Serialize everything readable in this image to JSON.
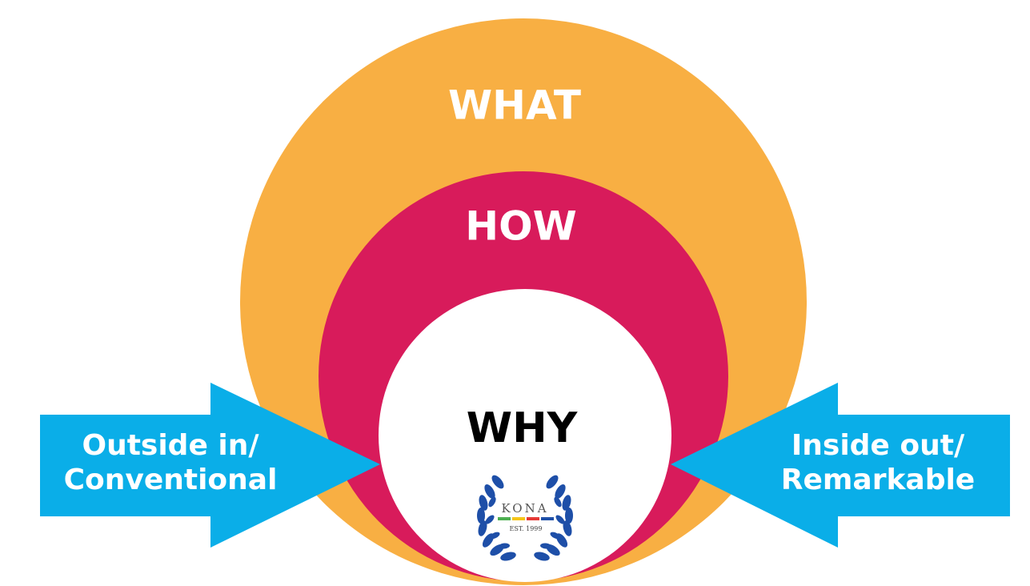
{
  "rings": {
    "what": {
      "label": "WHAT",
      "color": "#F8AF43",
      "text_color": "#ffffff"
    },
    "how": {
      "label": "HOW",
      "color": "#D81B5B",
      "text_color": "#ffffff"
    },
    "why": {
      "label": "WHY",
      "color": "#ffffff",
      "text_color": "#000000"
    }
  },
  "arrows": {
    "color": "#0AAEE8",
    "left": {
      "line1": "Outside in/",
      "line2": "Conventional"
    },
    "right": {
      "line1": "Inside out/",
      "line2": "Remarkable"
    }
  },
  "logo": {
    "name": "KONA",
    "tagline": "EST. 1999",
    "wreath_color": "#1E4FA8",
    "stripe_colors": [
      "#4CAF50",
      "#F5C518",
      "#E53935",
      "#1E4FA8"
    ]
  }
}
